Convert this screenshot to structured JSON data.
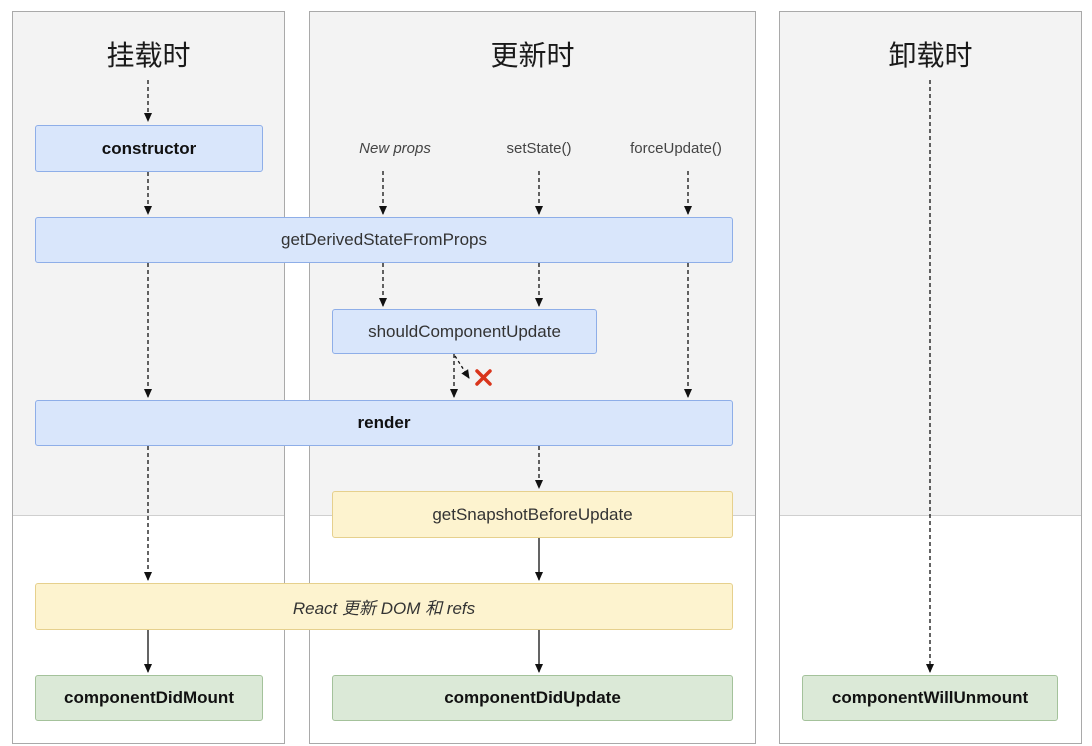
{
  "columns": {
    "mount": {
      "title": "挂载时"
    },
    "update": {
      "title": "更新时"
    },
    "unmount": {
      "title": "卸载时"
    }
  },
  "triggers": {
    "new_props": "New props",
    "set_state": "setState()",
    "force_update": "forceUpdate()"
  },
  "nodes": {
    "constructor": "constructor",
    "get_derived_state_from_props": "getDerivedStateFromProps",
    "should_component_update": "shouldComponentUpdate",
    "render": "render",
    "get_snapshot_before_update": "getSnapshotBeforeUpdate",
    "react_updates_dom": "React 更新 DOM 和 refs",
    "component_did_mount": "componentDidMount",
    "component_did_update": "componentDidUpdate",
    "component_will_unmount": "componentWillUnmount"
  },
  "colors": {
    "render_phase": "#d9e6fb",
    "pre_commit_phase": "#fdf3cf",
    "commit_phase": "#dbe9d7",
    "stop_mark": "#d9351c"
  }
}
